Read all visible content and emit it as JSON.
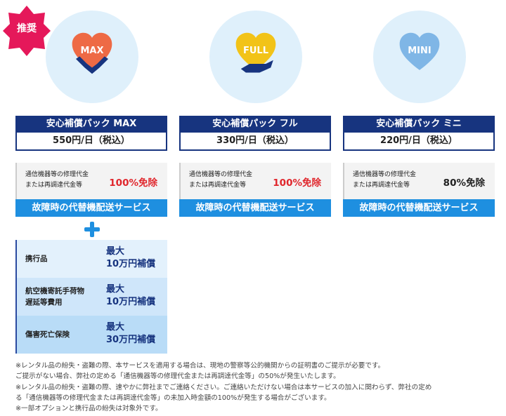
{
  "badge": "推奨",
  "plans": [
    {
      "icon": "MAX",
      "title": "安心補償パック MAX",
      "price": "550円/日（税込）",
      "coverage_desc": [
        "通信機器等の修理代金",
        "または再調達代金等"
      ],
      "coverage_value": "100%免除",
      "service": "故障時の代替機配送サービス",
      "heart_color": "#ee6a45",
      "value_color": "#e0262c"
    },
    {
      "icon": "FULL",
      "title": "安心補償パック フル",
      "price": "330円/日（税込）",
      "coverage_desc": [
        "通信機器等の修理代金",
        "または再調達代金等"
      ],
      "coverage_value": "100%免除",
      "service": "故障時の代替機配送サービス",
      "heart_color": "#f2c318",
      "value_color": "#e0262c"
    },
    {
      "icon": "MINI",
      "title": "安心補償パック ミニ",
      "price": "220円/日（税込）",
      "coverage_desc": [
        "通信機器等の修理代金",
        "または再調達代金等"
      ],
      "coverage_value": "80%免除",
      "service": "故障時の代替機配送サービス",
      "heart_color": "#7fb6e6",
      "value_color": "#222222"
    }
  ],
  "options": [
    {
      "label": [
        "携行品"
      ],
      "value": [
        "最大",
        "10万円補償"
      ]
    },
    {
      "label": [
        "航空機寄託手荷物",
        "遅延等費用"
      ],
      "value": [
        "最大",
        "10万円補償"
      ]
    },
    {
      "label": [
        "傷害死亡保険"
      ],
      "value": [
        "最大",
        "30万円補償"
      ]
    }
  ],
  "notes": [
    "※レンタル品の紛失・盗難の際、本サービスを適用する場合は、現地の警察等公的機関からの証明書のご提示が必要です。",
    "ご提示がない場合、弊社の定める「通信機器等の修理代金または再調達代金等」の50%が発生いたします。",
    "※レンタル品の紛失・盗難の際、速やかに弊社までご連絡ください。ご連絡いただけない場合は本サービスの加入に関わらず、弊社の定め",
    "る「通信機器等の修理代金または再調達代金等」の未加入時金額の100%が発生する場合がございます。",
    "※一部オプションと携行品の紛失は対象外です。"
  ]
}
